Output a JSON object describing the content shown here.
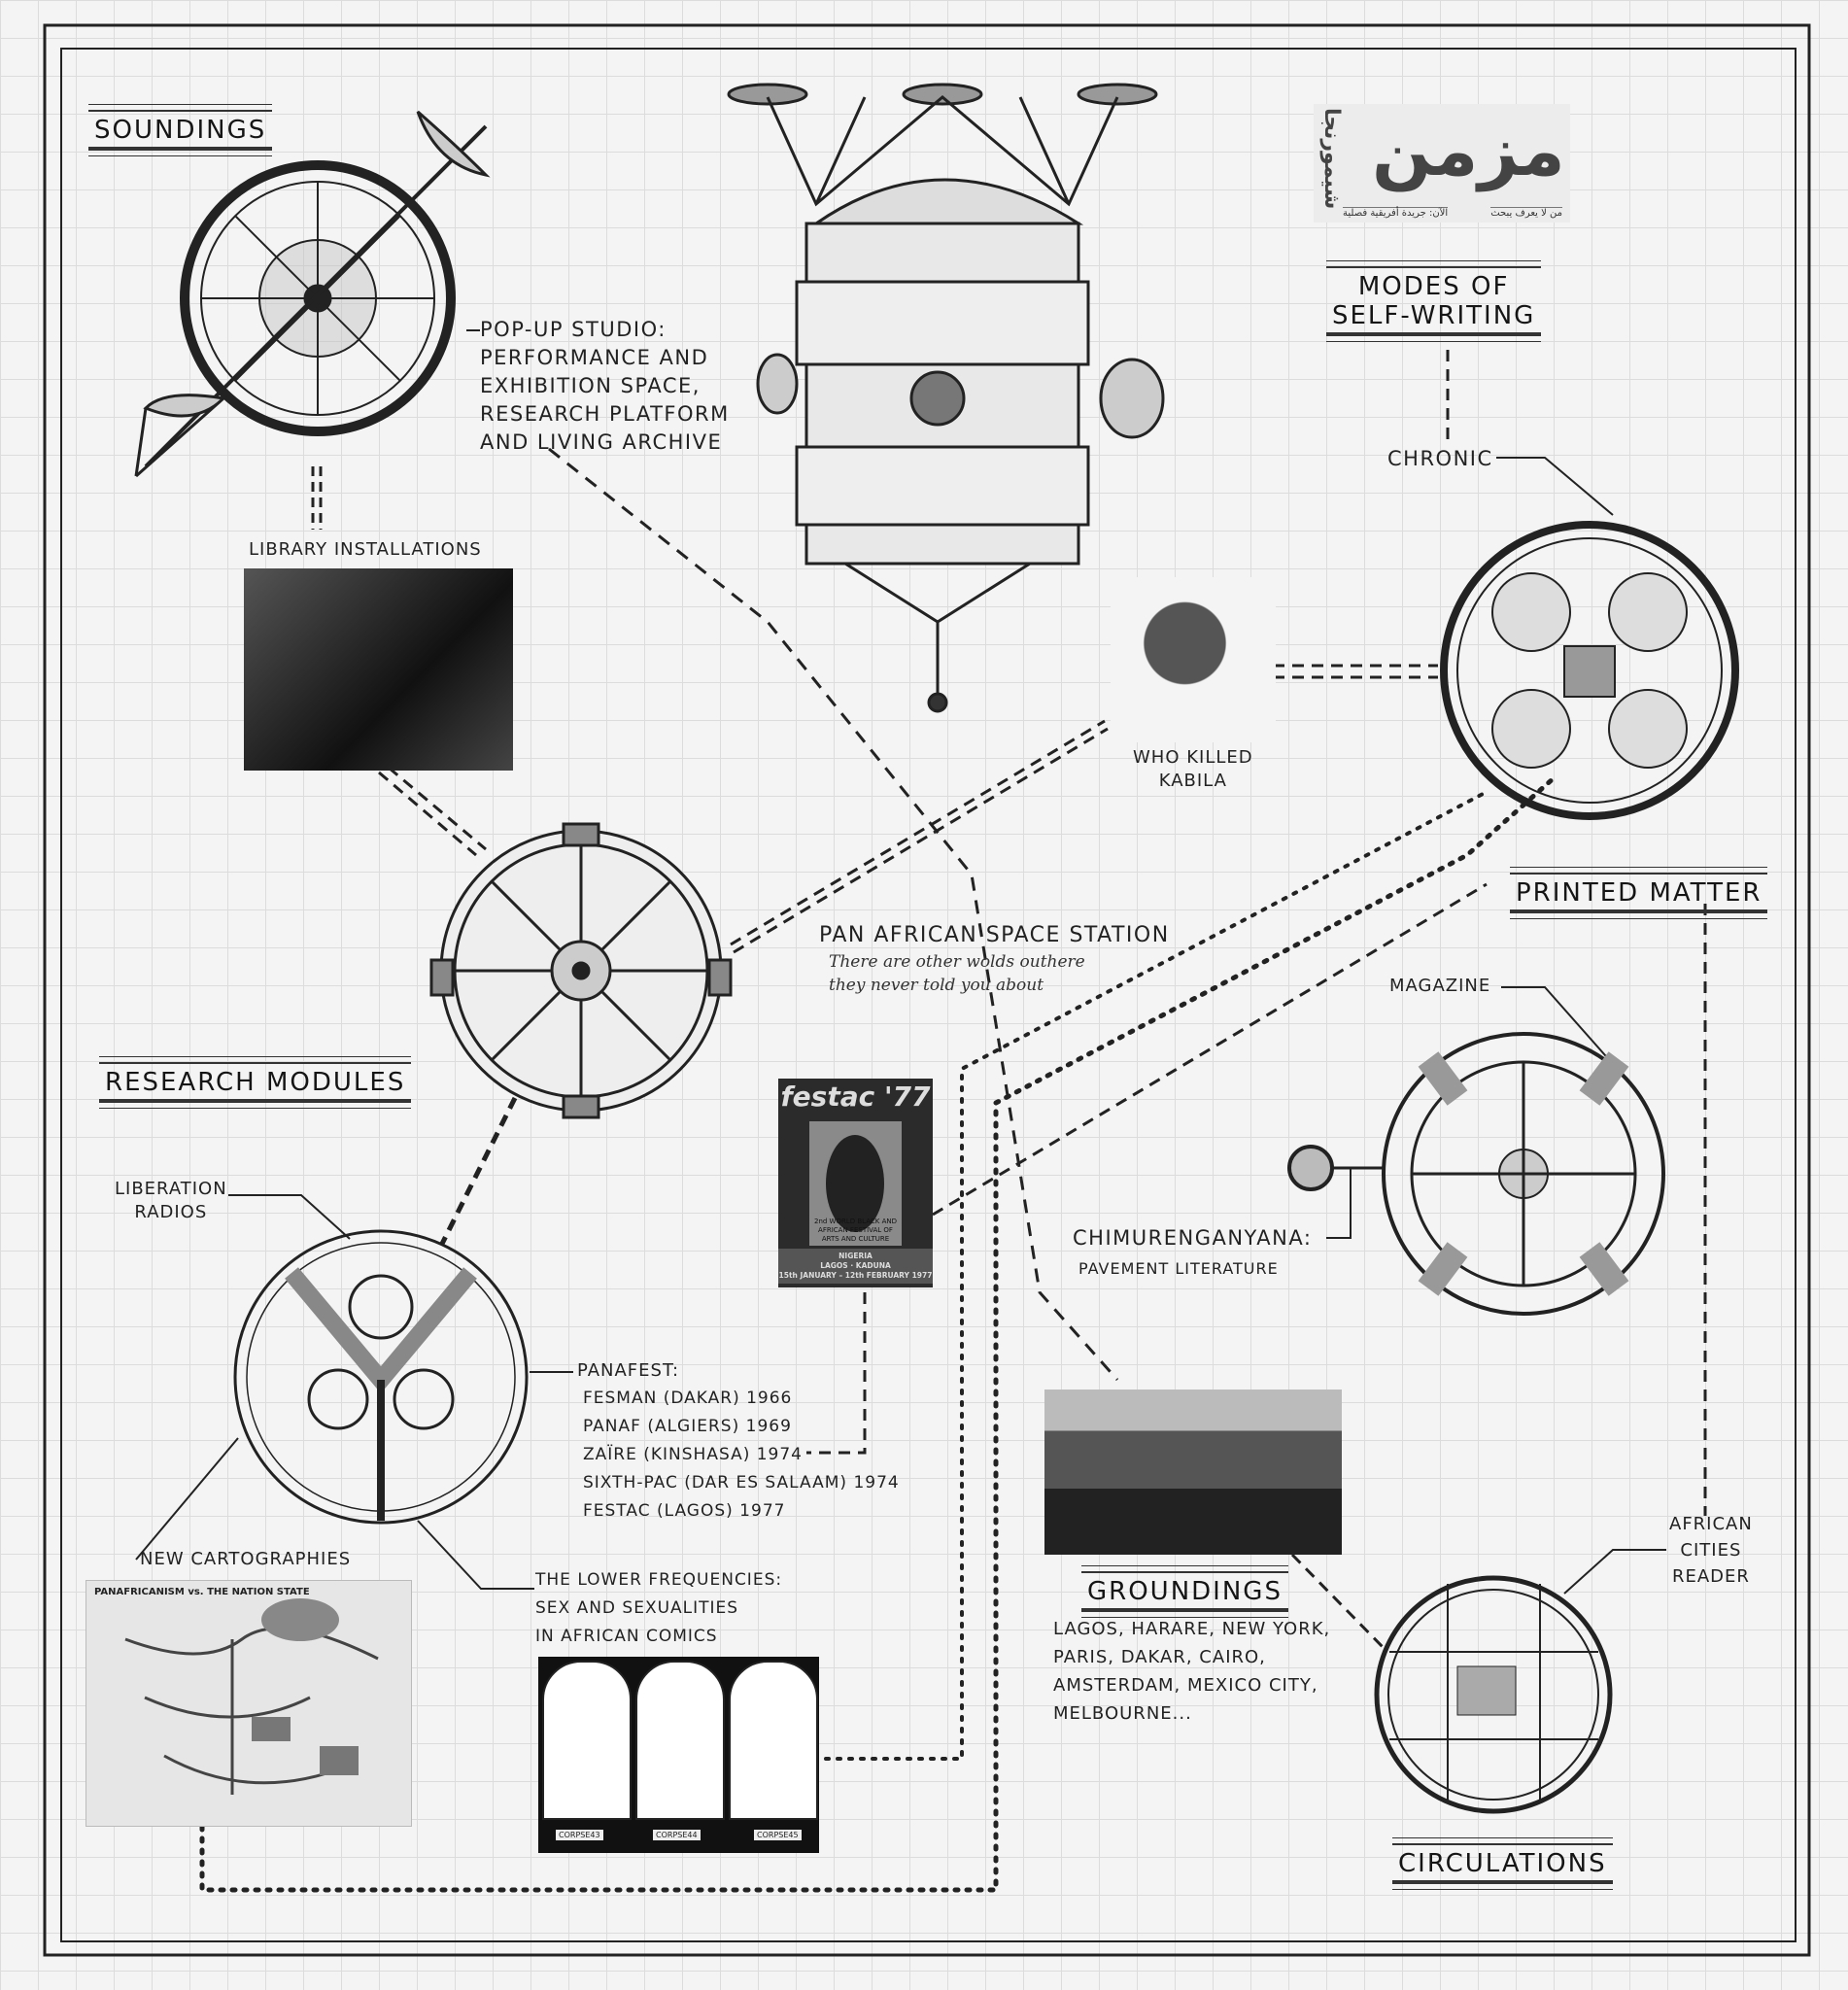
{
  "title": "Pan African Space Station",
  "subtitle": "There are other wolds outhere they never told you about",
  "sections": {
    "soundings": "SOUNDINGS",
    "research_modules": "RESEARCH MODULES",
    "modes_of_self_writing": [
      "MODES OF",
      "SELF-WRITING"
    ],
    "printed_matter": "PRINTED MATTER",
    "groundings": "GROUNDINGS",
    "circulations": "CIRCULATIONS"
  },
  "labels": {
    "popup_studio": [
      "POP-UP STUDIO:",
      "PERFORMANCE AND",
      "EXHIBITION SPACE,",
      "RESEARCH PLATFORM",
      "AND LIVING ARCHIVE"
    ],
    "library_installations": "LIBRARY INSTALLATIONS",
    "chronic": "CHRONIC",
    "who_killed_kabila": [
      "WHO KILLED",
      "KABILA"
    ],
    "magazine": "MAGAZINE",
    "chimurenganyana": "CHIMURENGANYANA:",
    "pavement_literature": "PAVEMENT LITERATURE",
    "liberation_radios": [
      "LIBERATION",
      "RADIOS"
    ],
    "panafest_title": "PANAFEST:",
    "panafest_items": [
      "FESMAN (DAKAR) 1966",
      "PANAF (ALGIERS) 1969",
      "ZAÏRE (KINSHASA) 1974",
      "SIXTH-PAC (DAR ES SALAAM) 1974",
      "FESTAC (LAGOS) 1977"
    ],
    "new_cartographies": "NEW CARTOGRAPHIES",
    "lower_frequencies": [
      "THE LOWER FREQUENCIES:",
      "SEX AND SEXUALITIES",
      "IN AFRICAN COMICS"
    ],
    "cities": [
      "LAGOS, HARARE, NEW YORK,",
      "PARIS, DAKAR, CAIRO,",
      "AMSTERDAM, MEXICO CITY,",
      "MELBOURNE..."
    ],
    "african_cities_reader": [
      "AFRICAN",
      "CITIES",
      "READER"
    ]
  },
  "logo": {
    "mark": "مزمن",
    "side": "شيمورنجا",
    "tag_left": "الآن: جريدة أفريقية فصلية",
    "tag_right": "من لا يعرف يبحث"
  },
  "festac_poster": {
    "title": "festac '77",
    "ring": "2nd WORLD BLACK AND AFRICAN FESTIVAL OF ARTS AND CULTURE",
    "country": "NIGERIA",
    "cities": "LAGOS · KADUNA",
    "dates": "15th JANUARY – 12th FEBRUARY 1977"
  },
  "comic_plates": [
    "CORPSE43",
    "CORPSE44",
    "CORPSE45"
  ],
  "map_title": "PANAFRICANISM vs. THE NATION STATE"
}
